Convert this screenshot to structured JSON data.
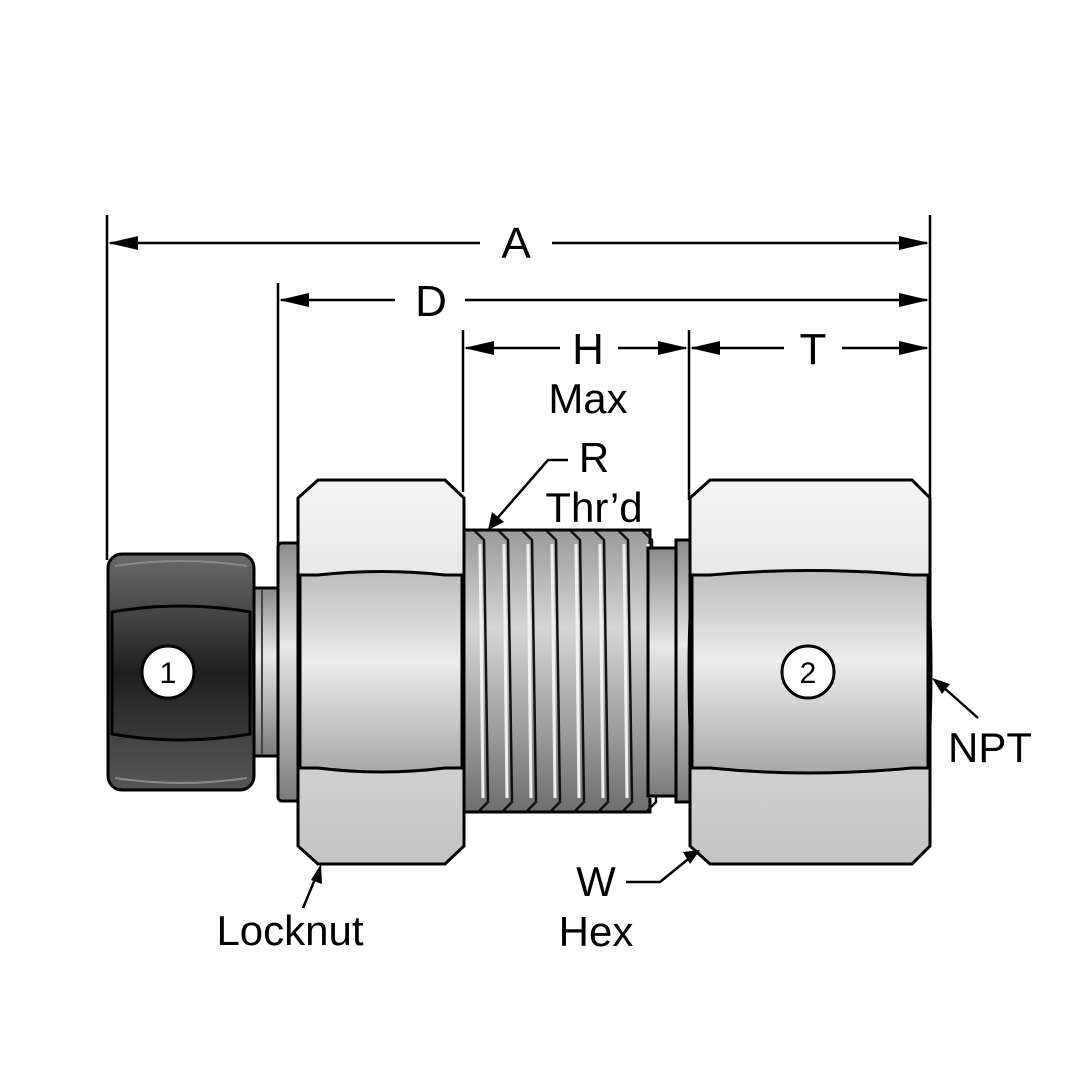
{
  "dimensions": {
    "overall_length": "A",
    "body_length": "D",
    "thread_length": "H",
    "thread_length_note": "Max",
    "pipe_end_length": "T"
  },
  "callouts": {
    "thread": "R",
    "thread_note": "Thr’d",
    "locknut": "Locknut",
    "hex": "W",
    "hex_note": "Hex",
    "pipe_thread": "NPT"
  },
  "badges": {
    "left_end": "1",
    "right_end": "2"
  },
  "colors": {
    "line": "#000000",
    "dark_nut": "#3a3a3a",
    "light_metal": "#d8d8d8",
    "background": "#ffffff"
  }
}
